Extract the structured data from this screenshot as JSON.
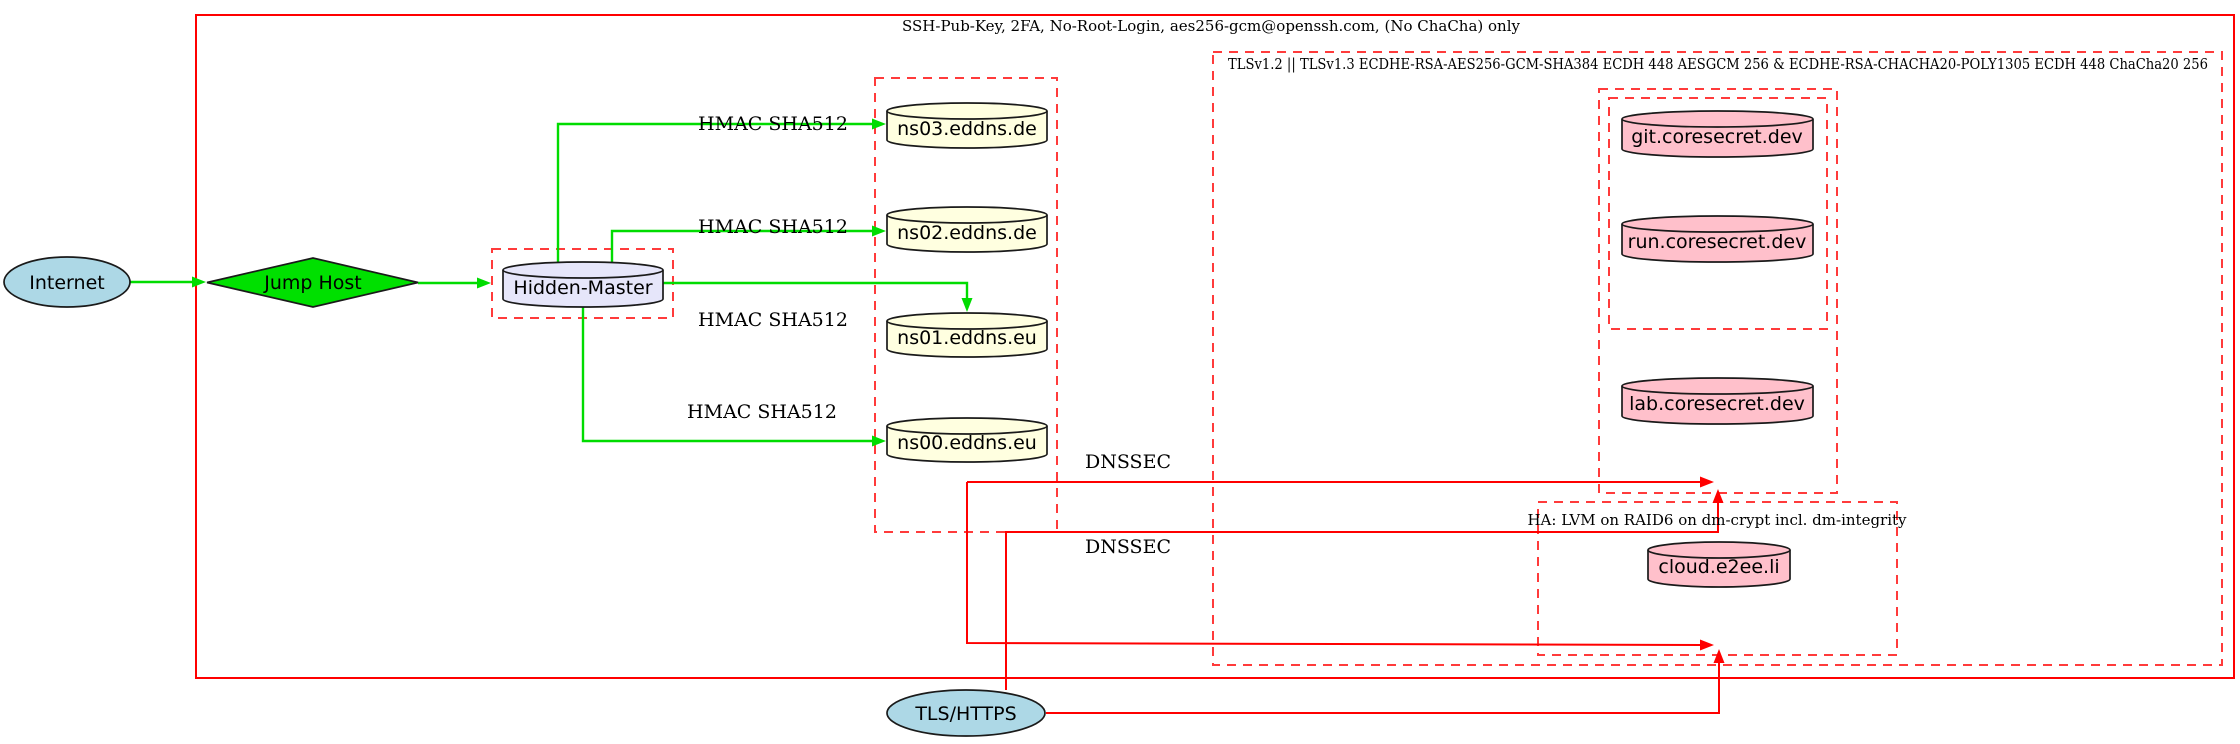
{
  "diagram": {
    "type": "graphviz-network-topology",
    "clusters": {
      "ssh": {
        "label": "SSH-Pub-Key, 2FA, No-Root-Login, aes256-gcm@openssh.com, (No ChaCha) only",
        "border_style": "solid",
        "border_color": "#ff0000"
      },
      "tls": {
        "label": "TLSv1.2 || TLSv1.3 ECDHE-RSA-AES256-GCM-SHA384 ECDH 448 AESGCM 256 & ECDHE-RSA-CHACHA20-POLY1305 ECDH 448 ChaCha20 256",
        "border_style": "dashed",
        "border_color": "#ff3b3b"
      },
      "ha": {
        "label": "HA: LVM on RAID6 on dm-crypt incl. dm-integrity",
        "border_style": "dashed",
        "border_color": "#ff3b3b"
      },
      "dns": {
        "label": "",
        "border_style": "dashed",
        "border_color": "#ff3b3b"
      },
      "hidden_master_box": {
        "label": "",
        "border_style": "dashed",
        "border_color": "#ff3b3b"
      },
      "web_outer": {
        "label": "",
        "border_style": "dashed",
        "border_color": "#ff3b3b"
      },
      "git_run_inner": {
        "label": "",
        "border_style": "dashed",
        "border_color": "#ff3b3b"
      }
    },
    "nodes": {
      "internet": {
        "label": "Internet",
        "shape": "ellipse",
        "fill": "#add8e6",
        "stroke": "#1a1a1a"
      },
      "jump_host": {
        "label": "Jump Host",
        "shape": "diamond",
        "fill": "#00e000",
        "stroke": "#1a1a1a"
      },
      "hidden_master": {
        "label": "Hidden-Master",
        "shape": "cylinder",
        "fill": "#e6e6fa",
        "stroke": "#1a1a1a"
      },
      "ns03": {
        "label": "ns03.eddns.de",
        "shape": "cylinder",
        "fill": "#ffffe0",
        "stroke": "#1a1a1a"
      },
      "ns02": {
        "label": "ns02.eddns.de",
        "shape": "cylinder",
        "fill": "#ffffe0",
        "stroke": "#1a1a1a"
      },
      "ns01": {
        "label": "ns01.eddns.eu",
        "shape": "cylinder",
        "fill": "#ffffe0",
        "stroke": "#1a1a1a"
      },
      "ns00": {
        "label": "ns00.eddns.eu",
        "shape": "cylinder",
        "fill": "#ffffe0",
        "stroke": "#1a1a1a"
      },
      "git": {
        "label": "git.coresecret.dev",
        "shape": "cylinder",
        "fill": "#ffc0cb",
        "stroke": "#1a1a1a"
      },
      "run": {
        "label": "run.coresecret.dev",
        "shape": "cylinder",
        "fill": "#ffc0cb",
        "stroke": "#1a1a1a"
      },
      "lab": {
        "label": "lab.coresecret.dev",
        "shape": "cylinder",
        "fill": "#ffc0cb",
        "stroke": "#1a1a1a"
      },
      "cloud": {
        "label": "cloud.e2ee.li",
        "shape": "cylinder",
        "fill": "#ffc0cb",
        "stroke": "#1a1a1a"
      },
      "tls_https": {
        "label": "TLS/HTTPS",
        "shape": "ellipse",
        "fill": "#add8e6",
        "stroke": "#1a1a1a"
      }
    },
    "edges": {
      "hmac_label": "HMAC SHA512",
      "dnssec_label": "DNSSEC",
      "green_color": "#00dc00",
      "red_color": "#ff0000"
    }
  }
}
